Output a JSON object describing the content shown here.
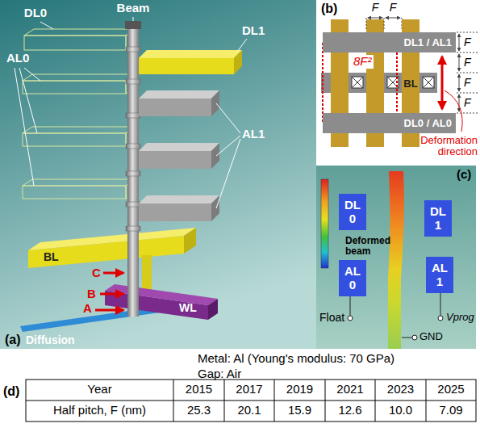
{
  "diagram": {
    "nodes": [
      {
        "text": [
          "DL1 / AL1"
        ]
      },
      {
        "text": [
          "DL0 / AL0"
        ]
      },
      {
        "text": [
          "BL"
        ]
      },
      {
        "text": [
          "DL 0"
        ]
      },
      {
        "text": [
          "DL 1"
        ]
      },
      {
        "text": [
          "AL 0"
        ]
      },
      {
        "text": [
          "AL 1"
        ]
      }
    ],
    "labels": [
      "Beam",
      "DL0",
      "DL1",
      "AL0",
      "AL1",
      "C",
      "B",
      "A",
      "BL",
      "WL",
      "Diffusion",
      "(a)",
      "8F²",
      "F",
      "F",
      "F",
      "F",
      "F",
      "F",
      "Deformation direction",
      "(b)",
      "Deformed beam",
      "Float",
      "Vprog",
      "GND",
      "(c)",
      "Metal: Al (Young's modulus: 70 GPa)",
      "Gap: Air",
      "(d)",
      "Year",
      "2015",
      "2017",
      "2019",
      "2021",
      "2023",
      "2025",
      "Half pitch, F (nm)",
      "25.3",
      "20.1",
      "15.9",
      "12.6",
      "10.0",
      "7.09"
    ]
  }
}
